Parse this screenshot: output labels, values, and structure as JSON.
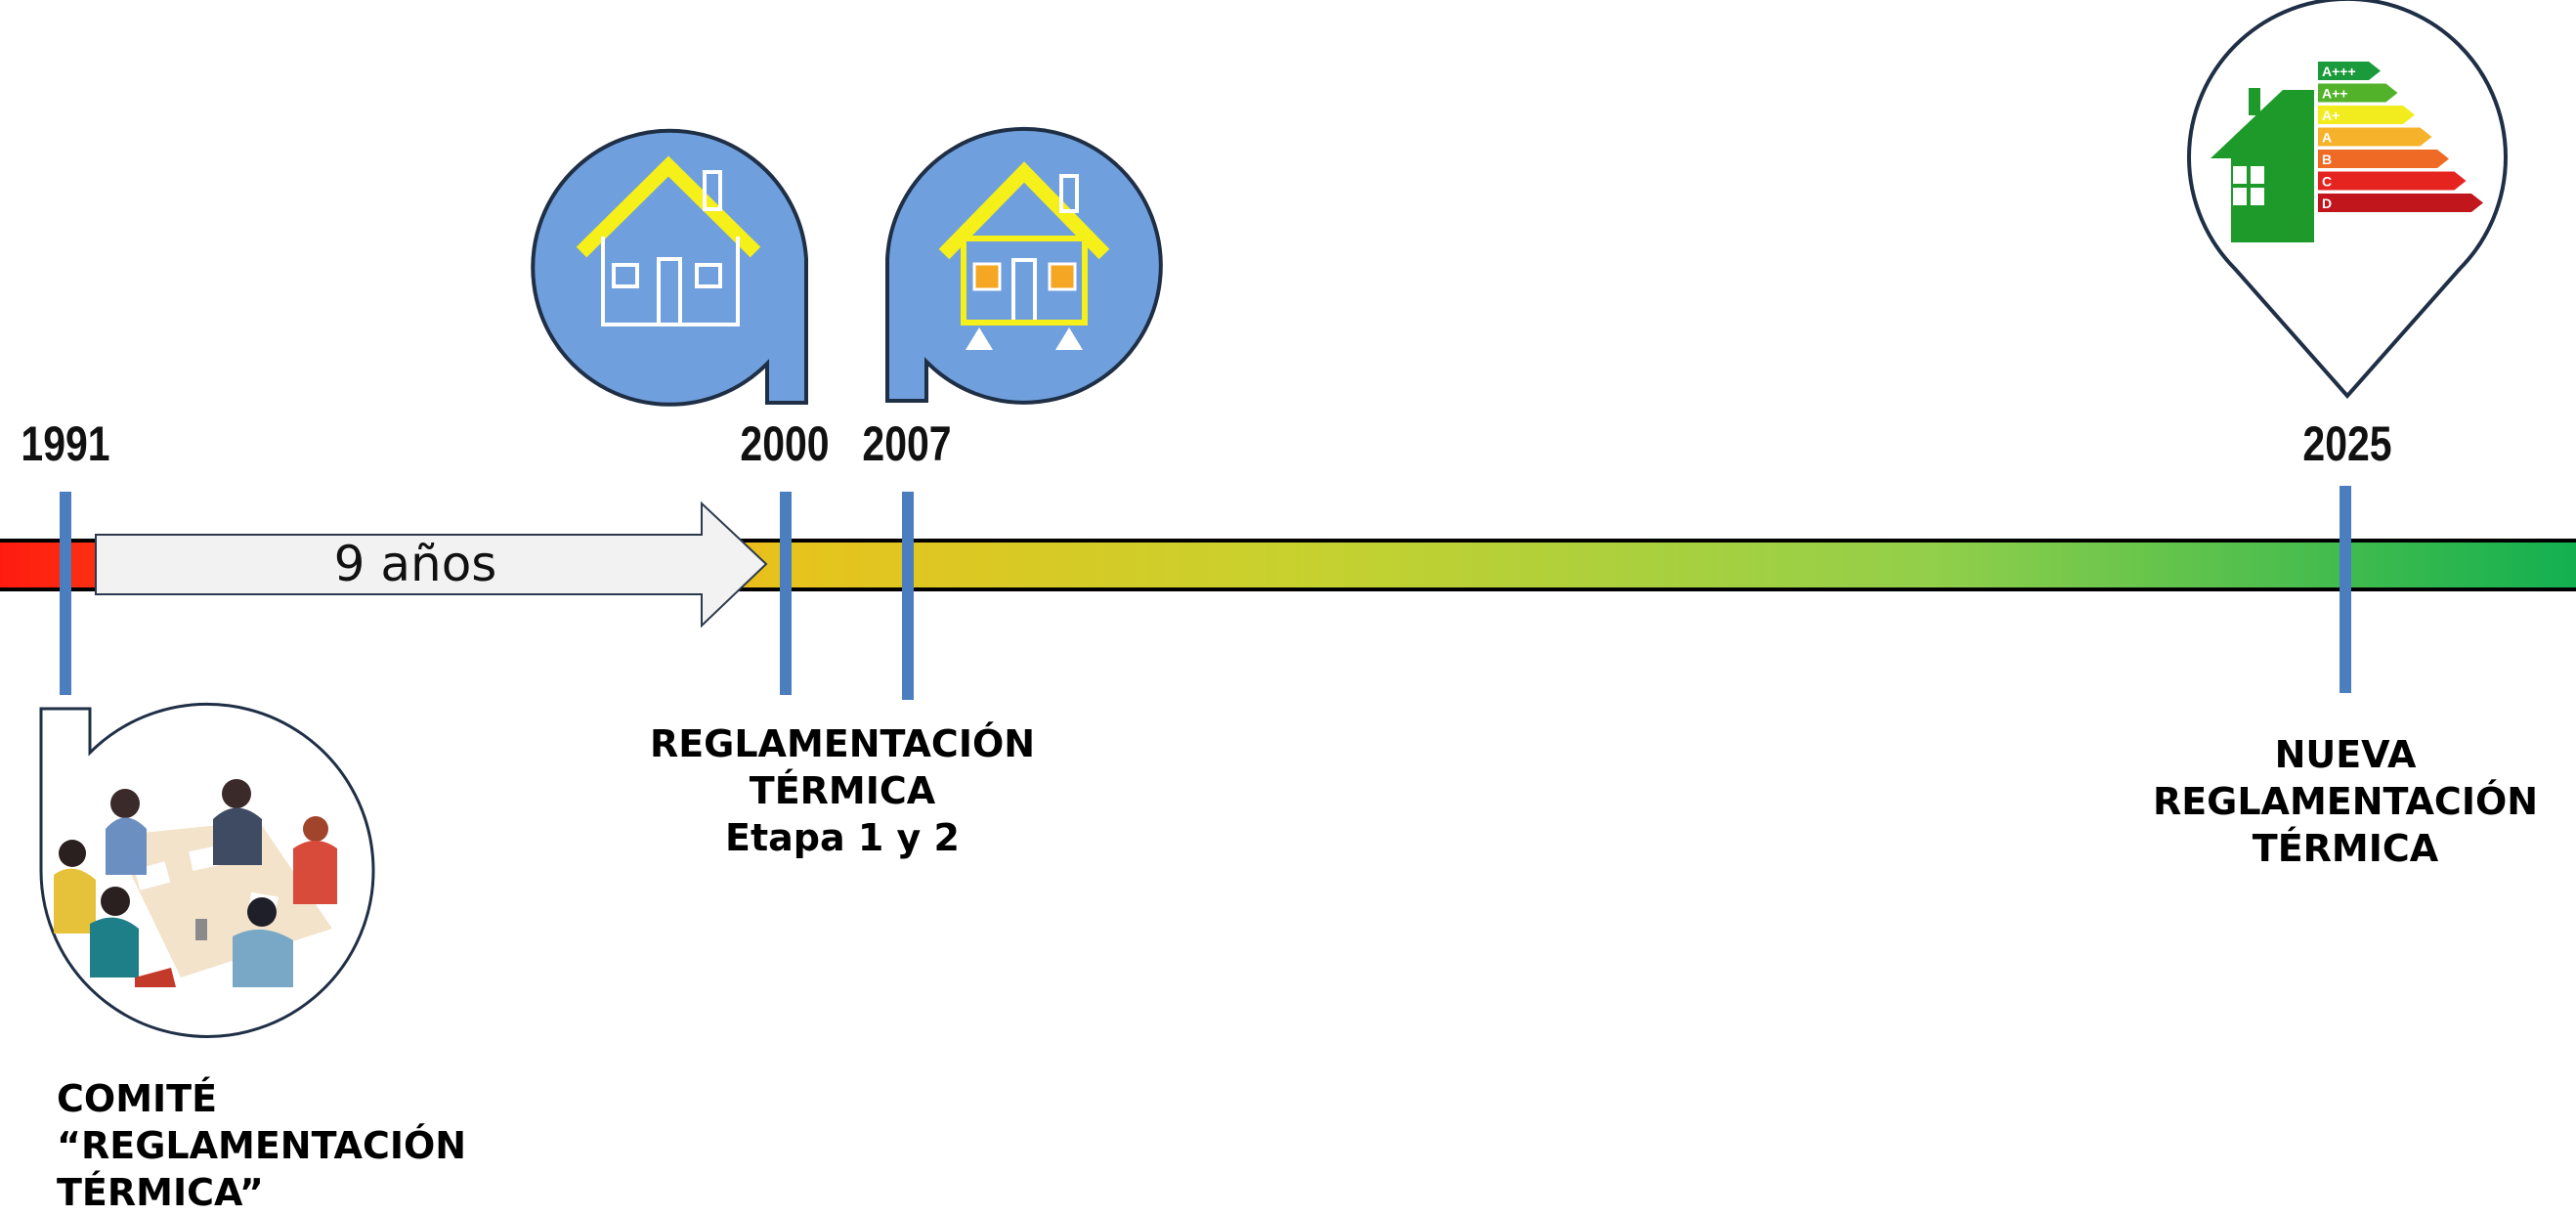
{
  "timeline": {
    "gradient_colors": [
      "#ff1a10",
      "#e8c21c",
      "#c8d12e",
      "#92cf4a",
      "#12b050"
    ],
    "tick_color": "#4a7ebf",
    "arrow_label": "9 años",
    "milestones": [
      {
        "year": "1991"
      },
      {
        "year": "2000"
      },
      {
        "year": "2007"
      },
      {
        "year": "2025"
      }
    ],
    "labels": {
      "comite": [
        "COMITÉ",
        "“REGLAMENTACIÓN",
        "TÉRMICA”"
      ],
      "reglamentacion": [
        "REGLAMENTACIÓN",
        "TÉRMICA",
        "Etapa 1 y 2"
      ],
      "nueva": [
        "NUEVA",
        "REGLAMENTACIÓN",
        "TÉRMICA"
      ]
    },
    "energy_label": {
      "grades": [
        {
          "label": "A+++",
          "color": "#1a9a3a"
        },
        {
          "label": "A++",
          "color": "#52b32a"
        },
        {
          "label": "A+",
          "color": "#f2ec1e"
        },
        {
          "label": "A",
          "color": "#f7b22c"
        },
        {
          "label": "B",
          "color": "#ef6a24"
        },
        {
          "label": "C",
          "color": "#e52420"
        },
        {
          "label": "D",
          "color": "#c0161c"
        }
      ]
    }
  }
}
